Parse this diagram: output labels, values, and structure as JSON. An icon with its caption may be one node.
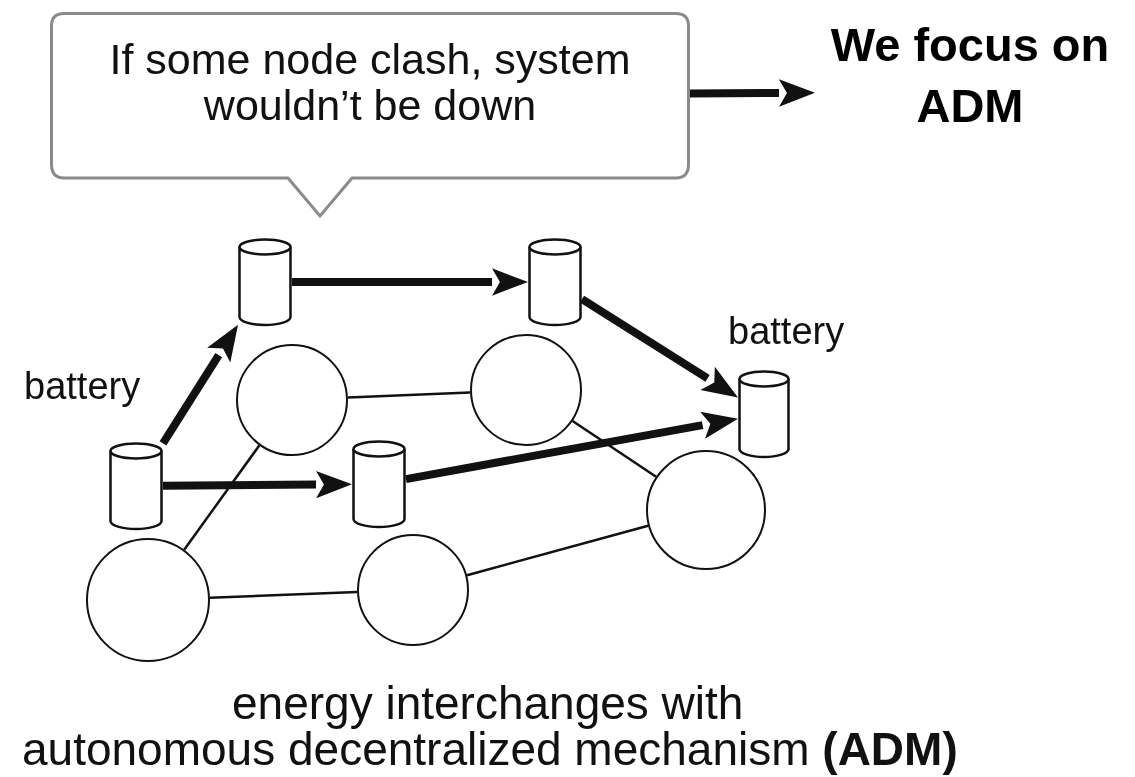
{
  "diagram": {
    "caption": "energy interchanges with autonomous decentralized mechanism **(ADM)**",
    "nodes": [
      {
        "text": [
          "If some node clash, system wouldn’t be down"
        ]
      },
      {
        "text": [
          "We focus on ADM"
        ]
      },
      {
        "text": [],
        "shape": "cylinder"
      },
      {
        "text": [],
        "shape": "cylinder"
      },
      {
        "text": [],
        "shape": "cylinder",
        "beside": [
          "battery"
        ]
      },
      {
        "text": [],
        "shape": "circle"
      },
      {
        "text": [],
        "shape": "circle"
      },
      {
        "text": [],
        "shape": "cylinder"
      },
      {
        "text": [],
        "shape": "cylinder",
        "beside": [
          "battery"
        ]
      },
      {
        "text": [],
        "shape": "circle"
      },
      {
        "text": [],
        "shape": "circle"
      },
      {
        "text": [],
        "shape": "circle"
      }
    ],
    "edges": [
      {
        "from": 0,
        "to": 1,
        "arrow": "to"
      },
      {
        "from": 8,
        "to": 2,
        "arrow": "to"
      },
      {
        "from": 2,
        "to": 3,
        "arrow": "to"
      },
      {
        "from": 3,
        "to": 4,
        "arrow": "to"
      },
      {
        "from": 8,
        "to": 7,
        "arrow": "to"
      },
      {
        "from": 7,
        "to": 4,
        "arrow": "to"
      },
      {
        "from": 5,
        "to": 6,
        "arrow": "none"
      },
      {
        "from": 5,
        "to": 11,
        "arrow": "none"
      },
      {
        "from": 11,
        "to": 10,
        "arrow": "none"
      },
      {
        "from": 10,
        "to": 9,
        "arrow": "none"
      },
      {
        "from": 6,
        "to": 9,
        "arrow": "none"
      }
    ]
  }
}
